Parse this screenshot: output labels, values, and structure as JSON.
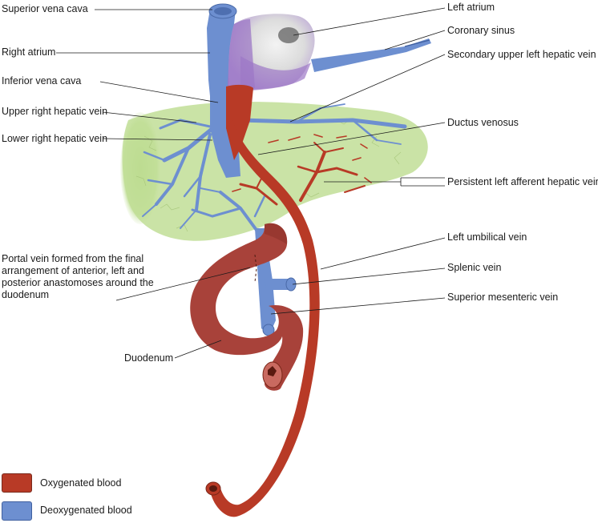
{
  "colors": {
    "oxygenated": "#b83a26",
    "deoxygenated": "#6d8fd0",
    "liver": "#b9d98a",
    "atrium_grey": "#e4e4e4",
    "atrium_purple": "#9c77c6"
  },
  "labels": {
    "superior_vena_cava": "Superior vena cava",
    "right_atrium": "Right atrium",
    "inferior_vena_cava": "Inferior vena cava",
    "upper_right_hepatic_vein": "Upper right hepatic vein",
    "lower_right_hepatic_vein": "Lower right hepatic vein",
    "portal_vein": "Portal vein formed from the final arrangement of anterior, left and posterior anastomoses around the duodenum",
    "duodenum": "Duodenum",
    "left_atrium": "Left atrium",
    "coronary_sinus": "Coronary sinus",
    "secondary_upper_left_hepatic_vein": "Secondary upper left hepatic vein",
    "ductus_venosus": "Ductus venosus",
    "persistent_left_afferent_hepatic_veins": "Persistent left afferent hepatic veins",
    "left_umbilical_vein": "Left umbilical vein",
    "splenic_vein": "Splenic vein",
    "superior_mesenteric_vein": "Superior mesenteric vein"
  },
  "legend": [
    {
      "label": "Oxygenated blood",
      "color": "#b83a26",
      "icon": "oxygenated-swatch"
    },
    {
      "label": "Deoxygenated blood",
      "color": "#6d8fd0",
      "icon": "deoxygenated-swatch"
    }
  ]
}
